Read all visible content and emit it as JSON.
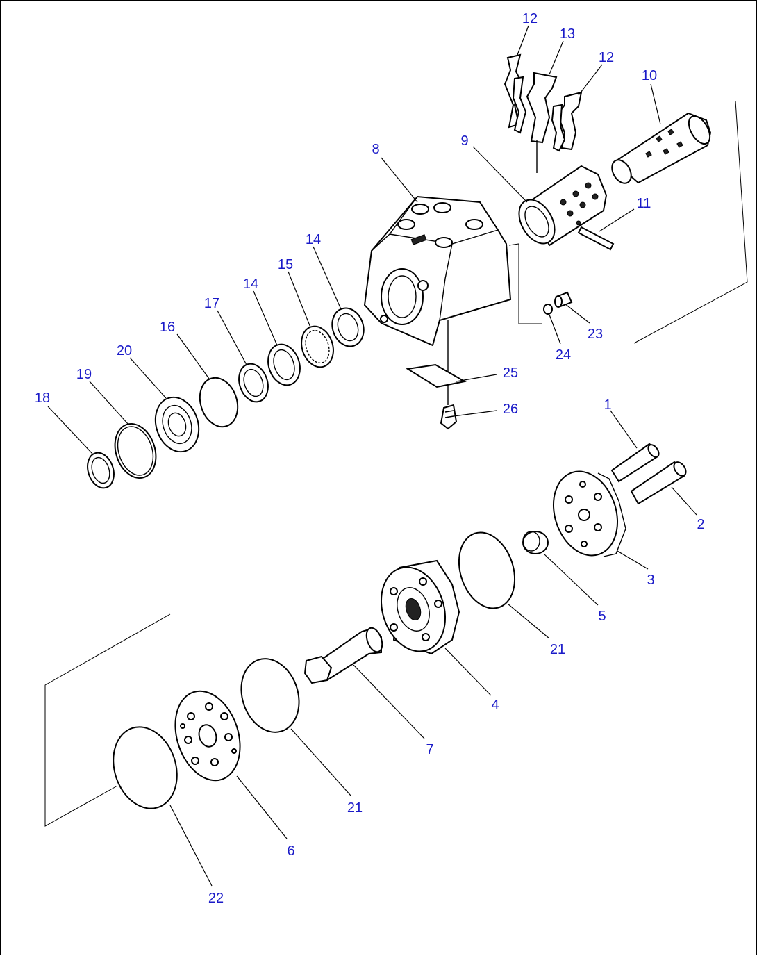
{
  "colors": {
    "callout": "#1a1ac8",
    "line": "#000000",
    "background": "#ffffff"
  },
  "callouts": [
    {
      "id": "c12a",
      "text": "12"
    },
    {
      "id": "c13",
      "text": "13"
    },
    {
      "id": "c12b",
      "text": "12"
    },
    {
      "id": "c10",
      "text": "10"
    },
    {
      "id": "c9",
      "text": "9"
    },
    {
      "id": "c8",
      "text": "8"
    },
    {
      "id": "c11",
      "text": "11"
    },
    {
      "id": "c14a",
      "text": "14"
    },
    {
      "id": "c15",
      "text": "15"
    },
    {
      "id": "c14b",
      "text": "14"
    },
    {
      "id": "c17",
      "text": "17"
    },
    {
      "id": "c16",
      "text": "16"
    },
    {
      "id": "c20",
      "text": "20"
    },
    {
      "id": "c19",
      "text": "19"
    },
    {
      "id": "c18",
      "text": "18"
    },
    {
      "id": "c23",
      "text": "23"
    },
    {
      "id": "c24",
      "text": "24"
    },
    {
      "id": "c25",
      "text": "25"
    },
    {
      "id": "c26",
      "text": "26"
    },
    {
      "id": "c1",
      "text": "1"
    },
    {
      "id": "c2",
      "text": "2"
    },
    {
      "id": "c3",
      "text": "3"
    },
    {
      "id": "c5",
      "text": "5"
    },
    {
      "id": "c21a",
      "text": "21"
    },
    {
      "id": "c4",
      "text": "4"
    },
    {
      "id": "c7",
      "text": "7"
    },
    {
      "id": "c21b",
      "text": "21"
    },
    {
      "id": "c6",
      "text": "6"
    },
    {
      "id": "c22",
      "text": "22"
    }
  ]
}
